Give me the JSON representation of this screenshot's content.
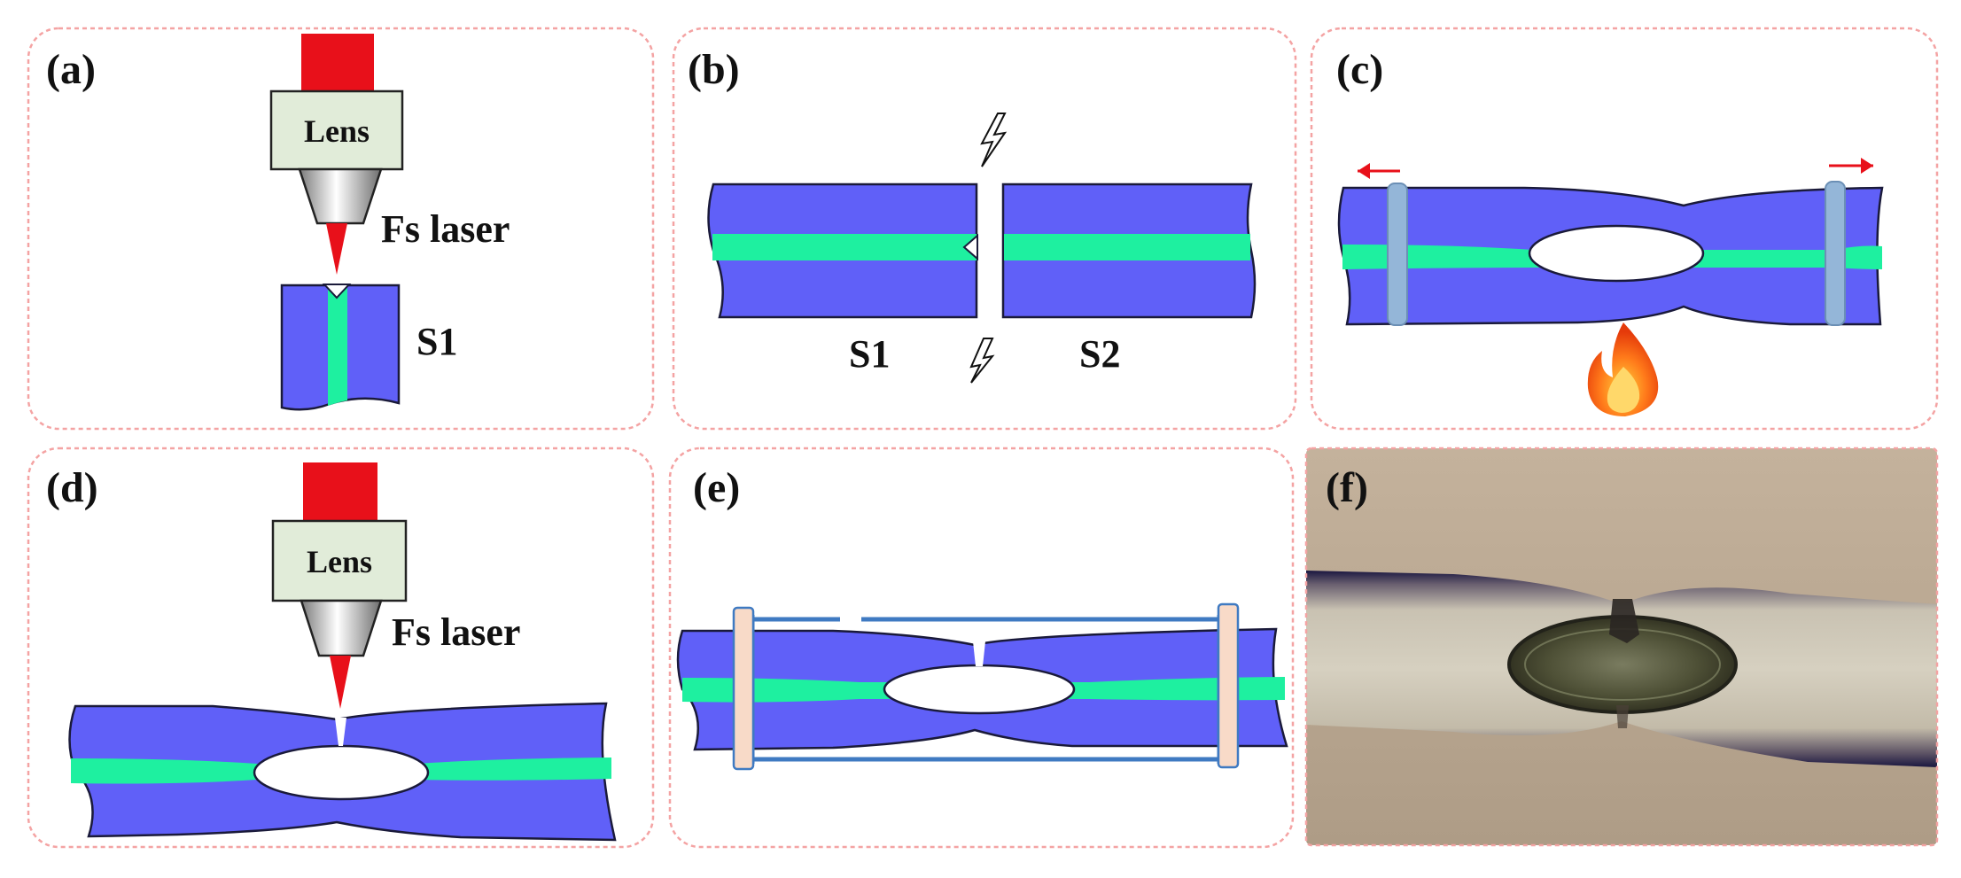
{
  "colors": {
    "fiber_cladding": "#6060f8",
    "fiber_core": "#1ef0a0",
    "laser_red": "#e8101a",
    "lens_box": "#e1ecd9",
    "clamp_blue": "#94b6d8",
    "tube_pink": "#f8dac8",
    "tube_line": "#3f7ac2",
    "frame_dash": "#f4a3a3",
    "photo_bg": "#b8a590"
  },
  "panels": {
    "a": {
      "label": "(a)",
      "lens_label": "Lens",
      "laser_label": "Fs laser",
      "fiber_label": "S1",
      "icons": [
        "laser-head-icon",
        "objective-lens-icon",
        "laser-beam-icon"
      ]
    },
    "b": {
      "label": "(b)",
      "left_label": "S1",
      "right_label": "S2",
      "icons": [
        "arc-discharge-icon"
      ]
    },
    "c": {
      "label": "(c)",
      "icons": [
        "pull-arrow-left-icon",
        "pull-arrow-right-icon",
        "flame-icon"
      ]
    },
    "d": {
      "label": "(d)",
      "lens_label": "Lens",
      "laser_label": "Fs laser"
    },
    "e": {
      "label": "(e)"
    },
    "f": {
      "label": "(f)"
    }
  }
}
